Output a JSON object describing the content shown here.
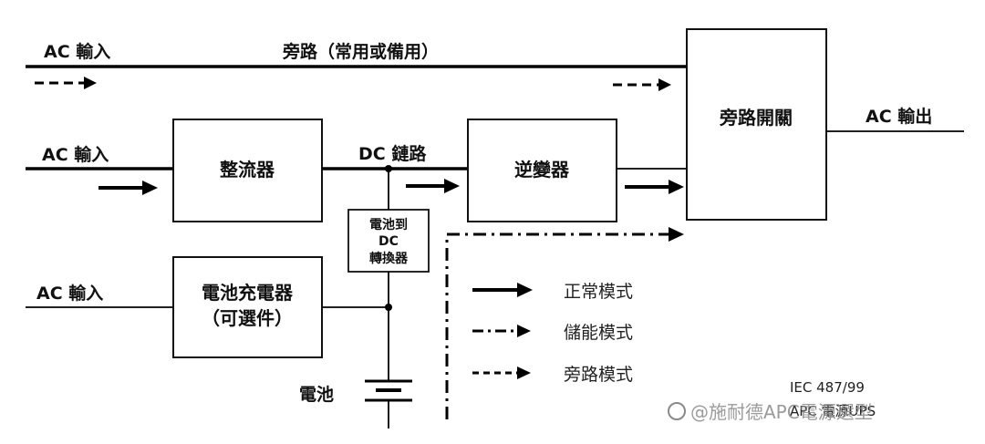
{
  "labels": {
    "ac_in_top": "AC 輸入",
    "bypass_title": "旁路（常用或備用）",
    "ac_in_mid": "AC 輸入",
    "ac_in_bottom": "AC 輸入",
    "dc_link": "DC 鏈路",
    "ac_out": "AC 輸出",
    "battery": "電池"
  },
  "boxes": {
    "rectifier": "整流器",
    "inverter": "逆變器",
    "bypass_switch": "旁路開關",
    "charger_line1": "電池充電器",
    "charger_line2": "（可選件）",
    "b2dc_line1": "電池到",
    "b2dc_line2": "DC",
    "b2dc_line3": "轉換器"
  },
  "legend": {
    "normal": "正常模式",
    "storage": "儲能模式",
    "bypass": "旁路模式"
  },
  "footnote": {
    "line1": "IEC 487/99",
    "line2": "APC 電源UPS"
  },
  "watermark": "@施耐德APC電源選型"
}
